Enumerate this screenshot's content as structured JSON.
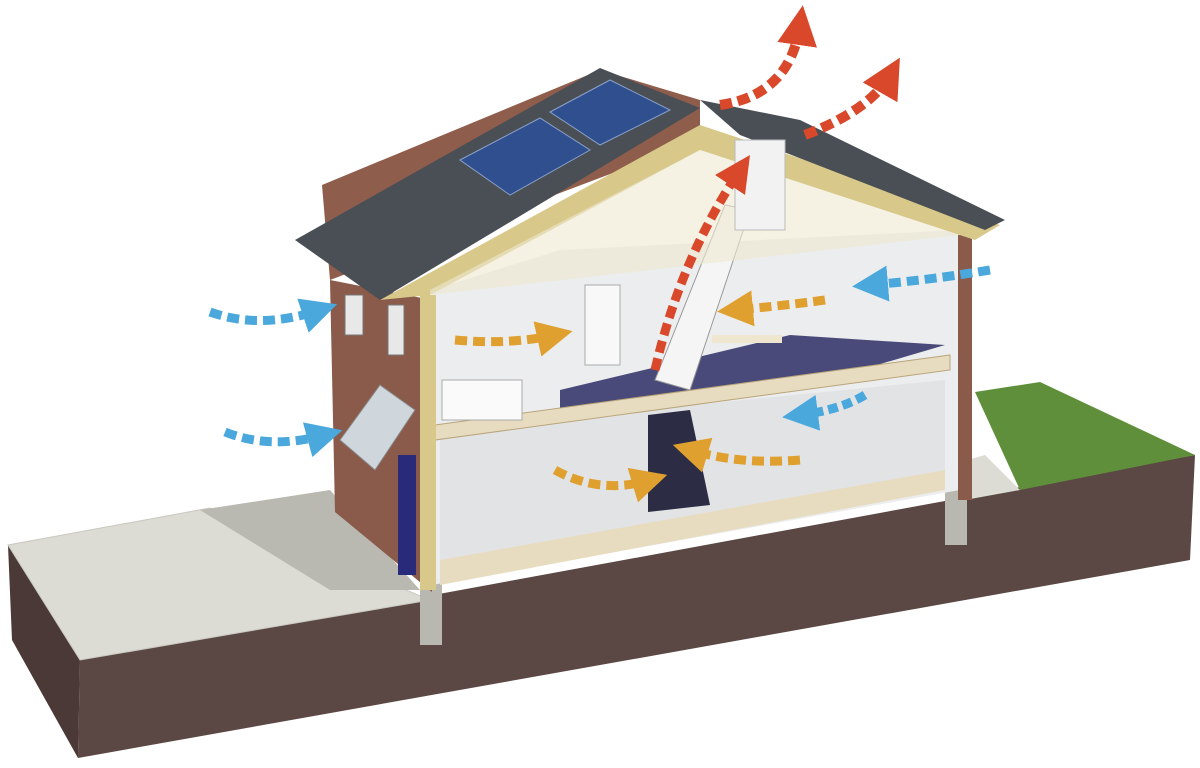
{
  "illustration": {
    "subject": "house-cutaway-ventilation",
    "colors": {
      "background": "#ffffff",
      "ground_front": "#5b4743",
      "ground_side": "#4a3936",
      "paving": "#dcdcd4",
      "grass": "#5f8f3a",
      "brick": "#8a5a4a",
      "roof": "#4a4f55",
      "solar_panel": "#2f4f8f",
      "insulation": "#d8c98a",
      "interior_wall": "#ecedee",
      "floor_timber": "#e8dcc0",
      "carpet": "#4a4a7a",
      "cool_air_arrow": "#4aa8dc",
      "warm_air_arrow": "#e0a030",
      "exhaust_air_arrow": "#d9482a"
    },
    "icons": [
      "cool-air-arrow",
      "warm-air-arrow",
      "exhaust-air-arrow"
    ]
  }
}
